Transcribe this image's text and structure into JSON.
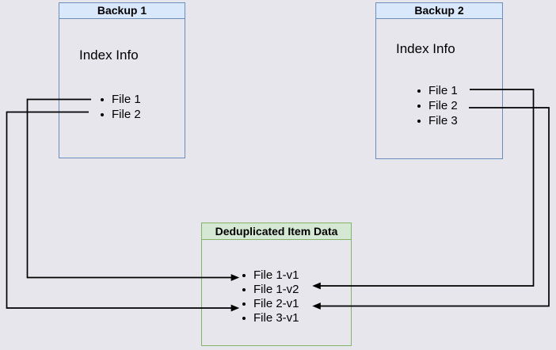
{
  "diagram": {
    "background_color": "#e7e6ed",
    "line_color": "#000000",
    "backup1": {
      "title": "Backup 1",
      "body_label": "Index Info",
      "items": [
        "File 1",
        "File 2"
      ],
      "header_fill": "#dae8fc",
      "border_color": "#6c8ebf"
    },
    "backup2": {
      "title": "Backup 2",
      "body_label": "Index Info",
      "items": [
        "File 1",
        "File 2",
        "File 3"
      ],
      "header_fill": "#dae8fc",
      "border_color": "#6c8ebf"
    },
    "dedup": {
      "title": "Deduplicated Item Data",
      "items": [
        "File 1-v1",
        "File 1-v2",
        "File 2-v1",
        "File 3-v1"
      ],
      "header_fill": "#d5e8d4",
      "border_color": "#82b366"
    },
    "connections": [
      {
        "from": "Backup 1 / File 1",
        "to": "Deduplicated Item Data / File 1-v1",
        "route": "left"
      },
      {
        "from": "Backup 1 / File 2",
        "to": "Deduplicated Item Data / File 2-v1",
        "route": "left"
      },
      {
        "from": "Backup 2 / File 1",
        "to": "Deduplicated Item Data / File 1-v2",
        "route": "right"
      },
      {
        "from": "Backup 2 / File 2",
        "to": "Deduplicated Item Data / File 2-v1",
        "route": "right"
      }
    ]
  }
}
